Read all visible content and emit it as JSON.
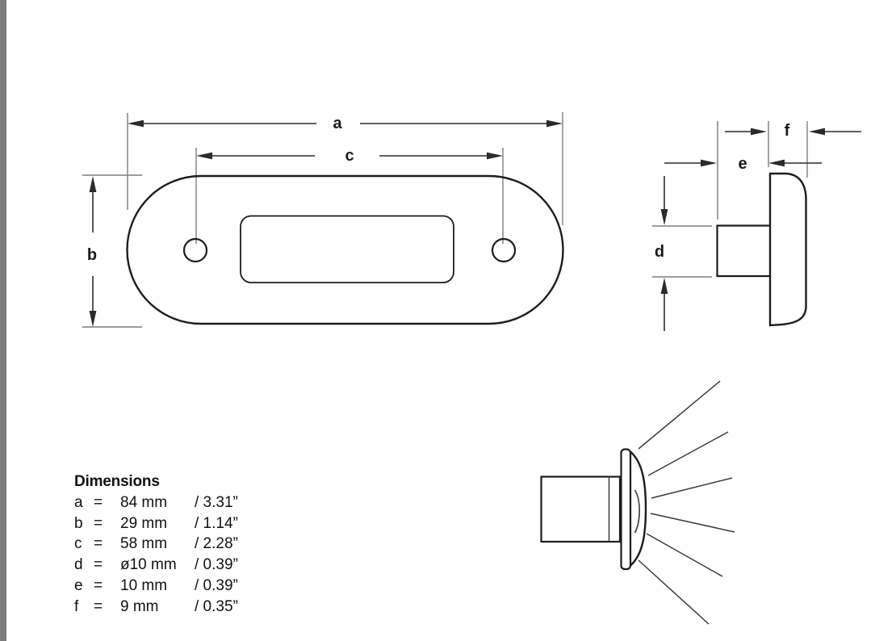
{
  "page": {
    "type": "technical-dimension-drawing",
    "background": "#ffffff",
    "edge_bar_color": "#7d7d7d"
  },
  "colors": {
    "part_outline": "#1d1d1d",
    "dimension_line": "#2b2b2b",
    "extension_line": "#7d7d7d",
    "ray_line": "#3a3a3a",
    "text": "#1a1a1a"
  },
  "drawing_labels": {
    "a": "a",
    "b": "b",
    "c": "c",
    "d": "d",
    "e": "e",
    "f": "f"
  },
  "views": {
    "front_view": "oval faceplate with two mounting holes and rectangular lens, dimensions a (overall width), b (height), c (hole spacing)",
    "side_view": "profile with mounting stub, dimensions d (stub diameter), e (stub depth), f (body depth)",
    "beam_view": "side illustration with six light rays fanning out"
  },
  "dimensions_list": {
    "title": "Dimensions",
    "rows": [
      {
        "symbol": "a",
        "eq": "=",
        "metric": "84 mm",
        "imperial": "/ 3.31”"
      },
      {
        "symbol": "b",
        "eq": "=",
        "metric": "29 mm",
        "imperial": "/ 1.14”"
      },
      {
        "symbol": "c",
        "eq": "=",
        "metric": "58 mm",
        "imperial": "/ 2.28”"
      },
      {
        "symbol": "d",
        "eq": "=",
        "metric": "ø10 mm",
        "imperial": "/ 0.39”"
      },
      {
        "symbol": "e",
        "eq": "=",
        "metric": "10 mm",
        "imperial": "/ 0.39”"
      },
      {
        "symbol": "f",
        "eq": "=",
        "metric": "9 mm",
        "imperial": "/ 0.35”"
      }
    ]
  }
}
